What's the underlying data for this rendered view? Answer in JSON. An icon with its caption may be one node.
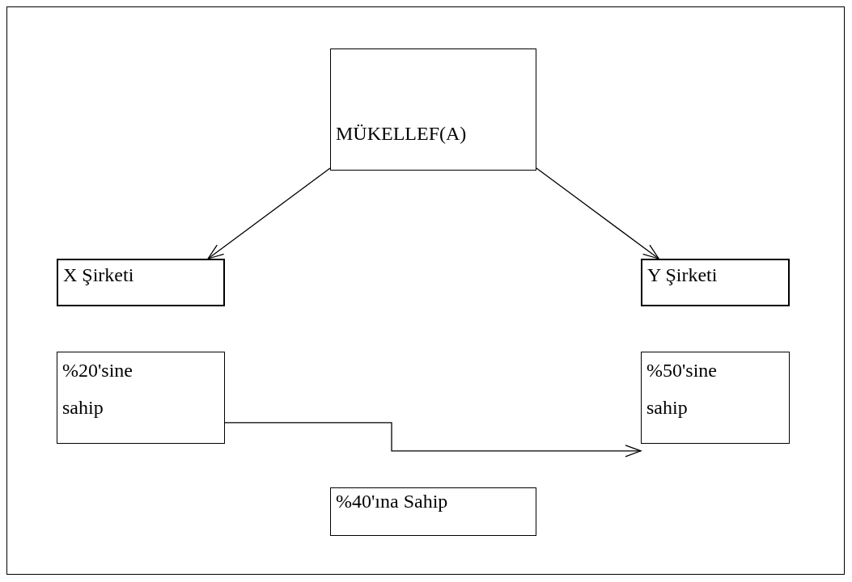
{
  "diagram": {
    "nodes": [
      {
        "text": [
          "MÜKELLEF(A)"
        ]
      },
      {
        "text": [
          "X Şirketi"
        ]
      },
      {
        "text": [
          "Y Şirketi"
        ]
      },
      {
        "text": [
          "%20'sine sahip"
        ]
      },
      {
        "text": [
          "%50'sine sahip"
        ]
      },
      {
        "text": [
          "%40'ına Sahip"
        ]
      }
    ],
    "edges": [
      {
        "from": 0,
        "to": 1,
        "arrow": "to"
      },
      {
        "from": 0,
        "to": 2,
        "arrow": "to"
      },
      {
        "from": 3,
        "to": 4,
        "arrow": "to"
      }
    ]
  }
}
